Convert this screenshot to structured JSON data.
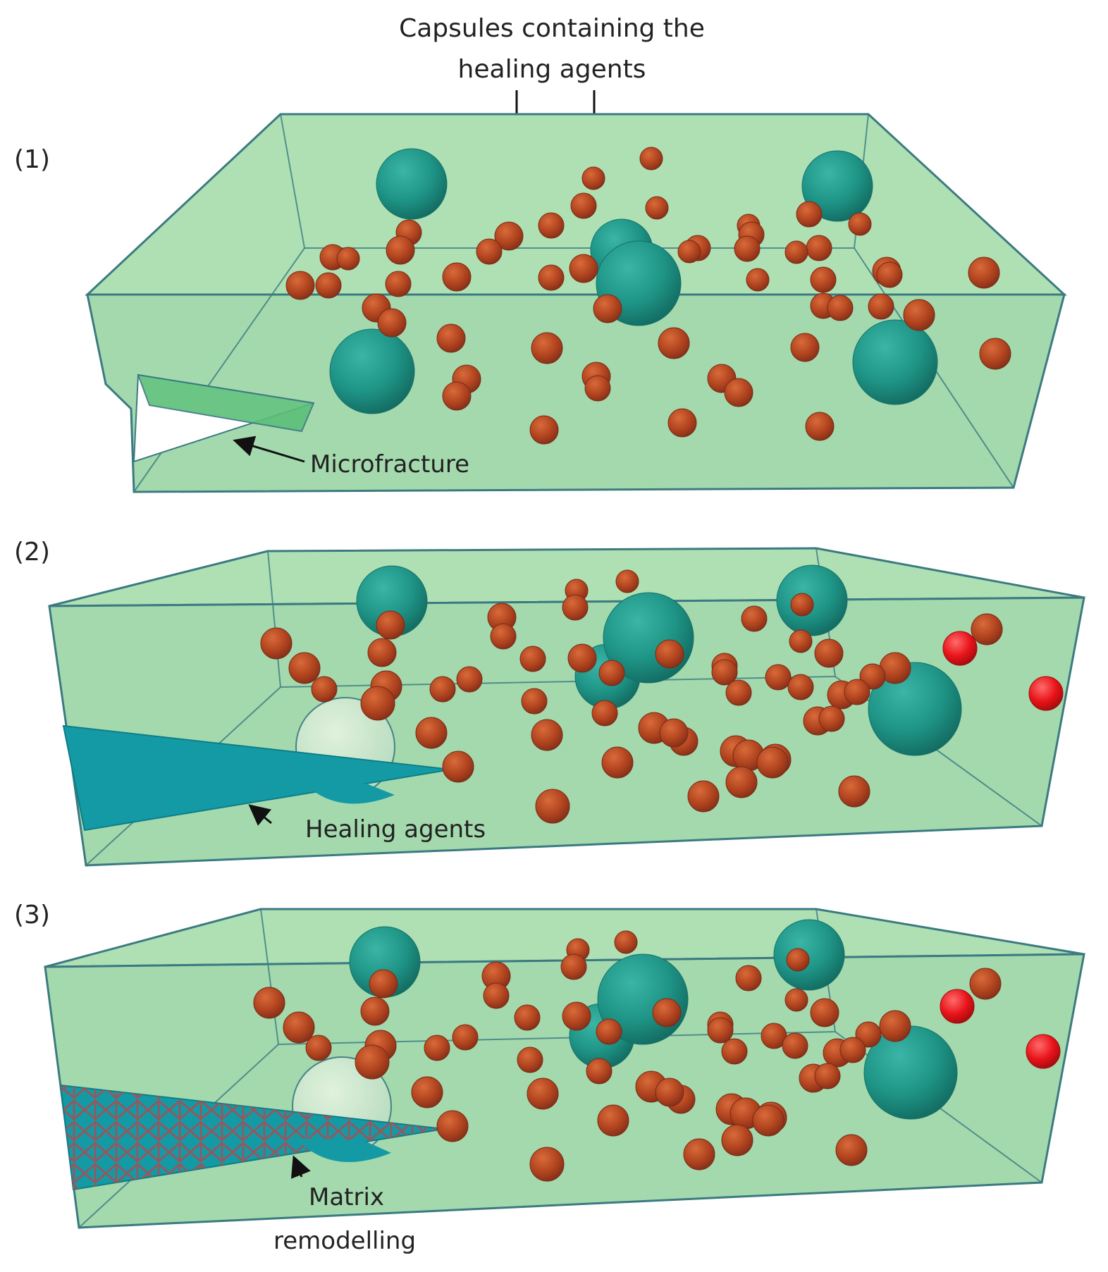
{
  "figure": {
    "panels": [
      {
        "label": "(1)",
        "annotation": "Microfracture"
      },
      {
        "label": "(2)",
        "annotation": "Healing agents"
      },
      {
        "label": "(3)",
        "annotation_line1": "Matrix",
        "annotation_line2": "remodelling"
      }
    ],
    "top_annotation_line1": "Capsules containing the",
    "top_annotation_line2": "healing agents"
  },
  "colors": {
    "matrix_fill": "#a8dcb0",
    "matrix_edge": "#3c7a82",
    "large_capsule": "#1e9486",
    "small_capsule": "#b2451f",
    "released_capsule": "#e8141a",
    "healing_agent": "#139aa4",
    "remodelling_mesh": "#a0525a",
    "crack_fill": "#5cbf78"
  }
}
